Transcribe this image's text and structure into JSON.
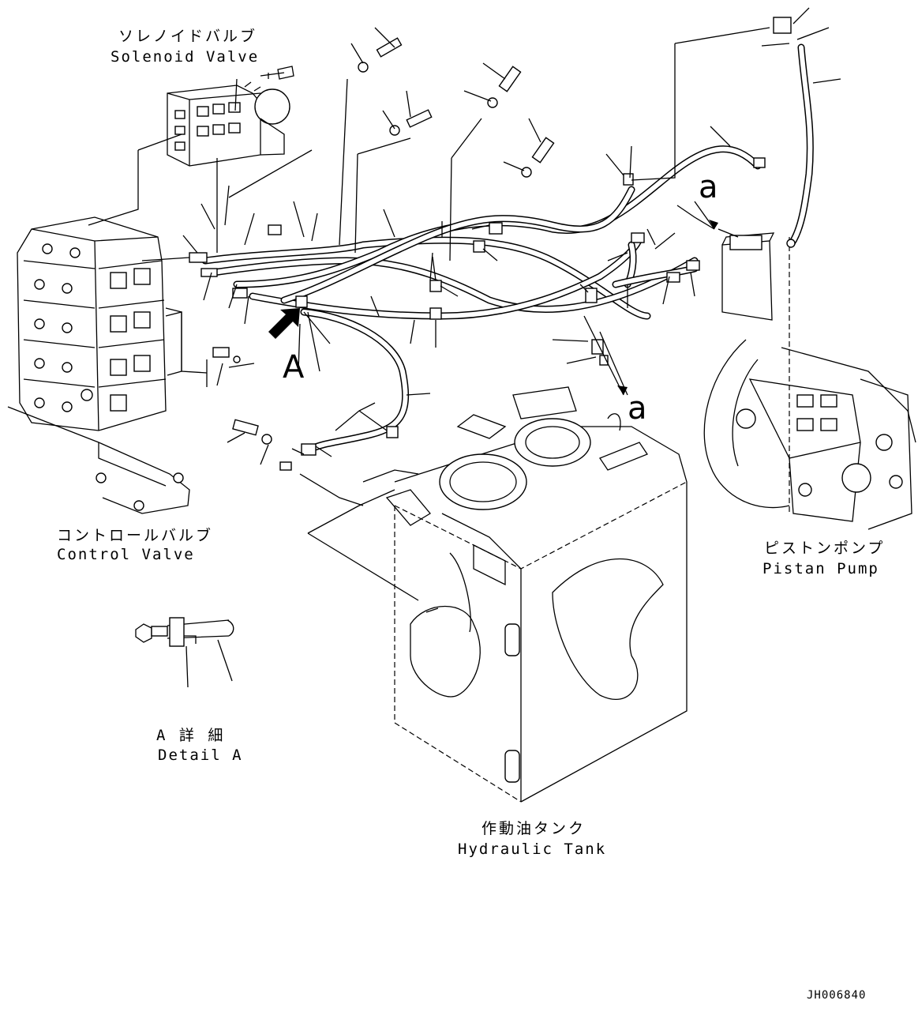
{
  "labels": {
    "solenoid_valve_jp": "ソレノイドバルブ",
    "solenoid_valve_en": "Solenoid Valve",
    "control_valve_jp": "コントロールバルブ",
    "control_valve_en": "Control Valve",
    "pistan_pump_jp": "ピストンポンプ",
    "pistan_pump_en": "Pistan Pump",
    "hydraulic_tank_jp": "作動油タンク",
    "hydraulic_tank_en": "Hydraulic Tank",
    "detail_a_jp": "A 詳 細",
    "detail_a_en": "Detail A",
    "view_marker": "A",
    "connection_a_top": "a",
    "connection_a_bottom": "a",
    "drawing_number": "JH006840"
  }
}
